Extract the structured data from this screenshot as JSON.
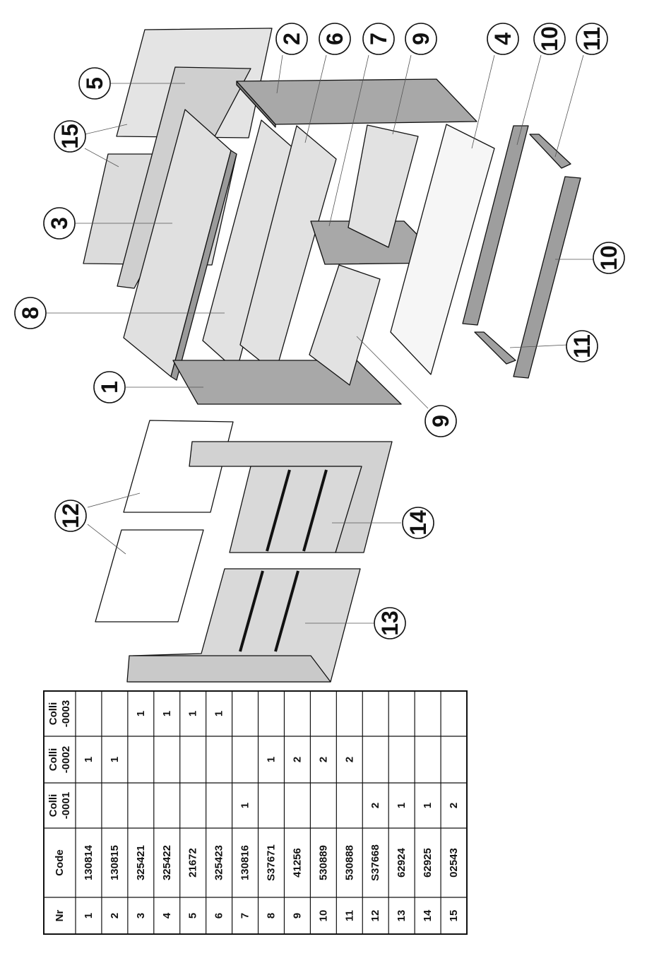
{
  "callouts": [
    "2",
    "6",
    "7",
    "9",
    "4",
    "10",
    "11",
    "5",
    "15",
    "3",
    "10",
    "8",
    "11",
    "1",
    "9",
    "12",
    "14",
    "13"
  ],
  "table": {
    "headers": {
      "nr": "Nr",
      "code": "Code",
      "colli1": [
        "Colli",
        "-0001"
      ],
      "colli2": [
        "Colli",
        "-0002"
      ],
      "colli3": [
        "Colli",
        "-0003"
      ]
    },
    "rows": [
      {
        "nr": "1",
        "code": "130814",
        "c1": "",
        "c2": "1",
        "c3": ""
      },
      {
        "nr": "2",
        "code": "130815",
        "c1": "",
        "c2": "1",
        "c3": ""
      },
      {
        "nr": "3",
        "code": "325421",
        "c1": "",
        "c2": "",
        "c3": "1"
      },
      {
        "nr": "4",
        "code": "325422",
        "c1": "",
        "c2": "",
        "c3": "1"
      },
      {
        "nr": "5",
        "code": "21672",
        "c1": "",
        "c2": "",
        "c3": "1"
      },
      {
        "nr": "6",
        "code": "325423",
        "c1": "",
        "c2": "",
        "c3": "1"
      },
      {
        "nr": "7",
        "code": "130816",
        "c1": "1",
        "c2": "",
        "c3": ""
      },
      {
        "nr": "8",
        "code": "S37671",
        "c1": "",
        "c2": "1",
        "c3": ""
      },
      {
        "nr": "9",
        "code": "41256",
        "c1": "",
        "c2": "2",
        "c3": ""
      },
      {
        "nr": "10",
        "code": "530889",
        "c1": "",
        "c2": "2",
        "c3": ""
      },
      {
        "nr": "11",
        "code": "530888",
        "c1": "",
        "c2": "2",
        "c3": ""
      },
      {
        "nr": "12",
        "code": "S37668",
        "c1": "2",
        "c2": "",
        "c3": ""
      },
      {
        "nr": "13",
        "code": "62924",
        "c1": "1",
        "c2": "",
        "c3": ""
      },
      {
        "nr": "14",
        "code": "62925",
        "c1": "1",
        "c2": "",
        "c3": ""
      },
      {
        "nr": "15",
        "code": "02543",
        "c1": "2",
        "c2": "",
        "c3": ""
      }
    ]
  },
  "colors": {
    "panel_light": "#e2e2e2",
    "panel_mid": "#c9c9c9",
    "panel_dark": "#a3a3a3",
    "panel_white": "#ffffff",
    "line": "#111111"
  }
}
